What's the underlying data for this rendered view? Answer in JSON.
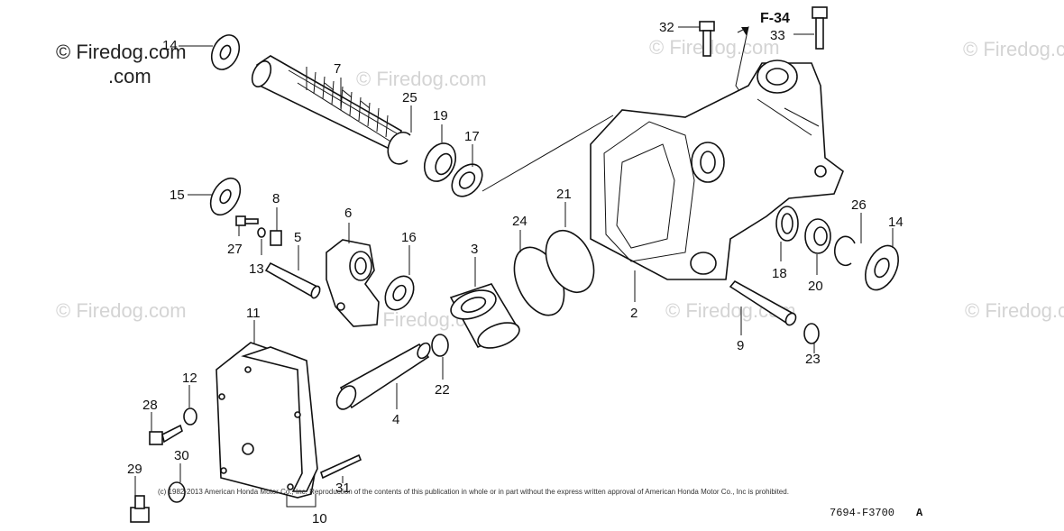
{
  "watermark": {
    "main": "© Firedog.com",
    "faint": [
      "© Firedog.com",
      "© Firedog.com",
      "© Firedog.com",
      "© Firedog.com",
      "© Firedog.com",
      "© Firedog.com"
    ]
  },
  "reference": "F-34",
  "copyright": "(c) 1982-2013 American Honda Motor Co., Inc. Reproduction of the contents of this publication in whole or in part without the express written approval of American Honda Motor Co., Inc is prohibited.",
  "diagram_code": "7694-F3700",
  "diagram_code_suffix": "A",
  "callouts": {
    "n14a": "14",
    "n7": "7",
    "n25": "25",
    "n19": "19",
    "n17": "17",
    "n32": "32",
    "n33": "33",
    "n15": "15",
    "n8": "8",
    "n6": "6",
    "n27": "27",
    "n13": "13",
    "n5": "5",
    "n16": "16",
    "n21": "21",
    "n24": "24",
    "n3": "3",
    "n2": "2",
    "n26": "26",
    "n14b": "14",
    "n18": "18",
    "n20": "20",
    "n9": "9",
    "n23": "23",
    "n11": "11",
    "n12": "12",
    "n28": "28",
    "n22": "22",
    "n4": "4",
    "n29": "29",
    "n30": "30",
    "n31": "31",
    "n10": "10"
  }
}
